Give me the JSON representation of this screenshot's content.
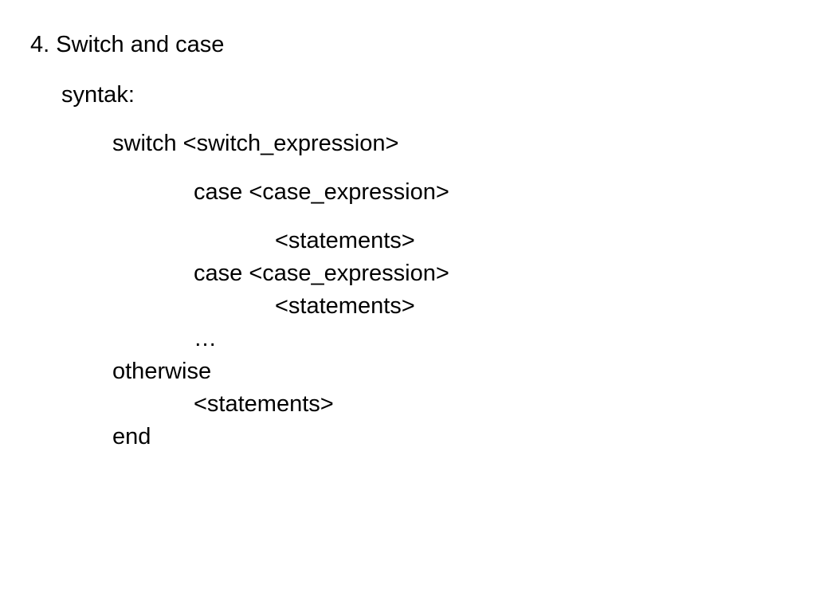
{
  "slide": {
    "heading": "4. Switch and case",
    "syntax_label": "syntak:",
    "code": {
      "switch_line": "switch <switch_expression>",
      "case_line_1": "case <case_expression>",
      "statements_1": "<statements>",
      "case_line_2": "case <case_expression>",
      "statements_2": "<statements>",
      "ellipsis": "…",
      "otherwise_line": "otherwise",
      "statements_3": "<statements>",
      "end_line": "end"
    }
  }
}
